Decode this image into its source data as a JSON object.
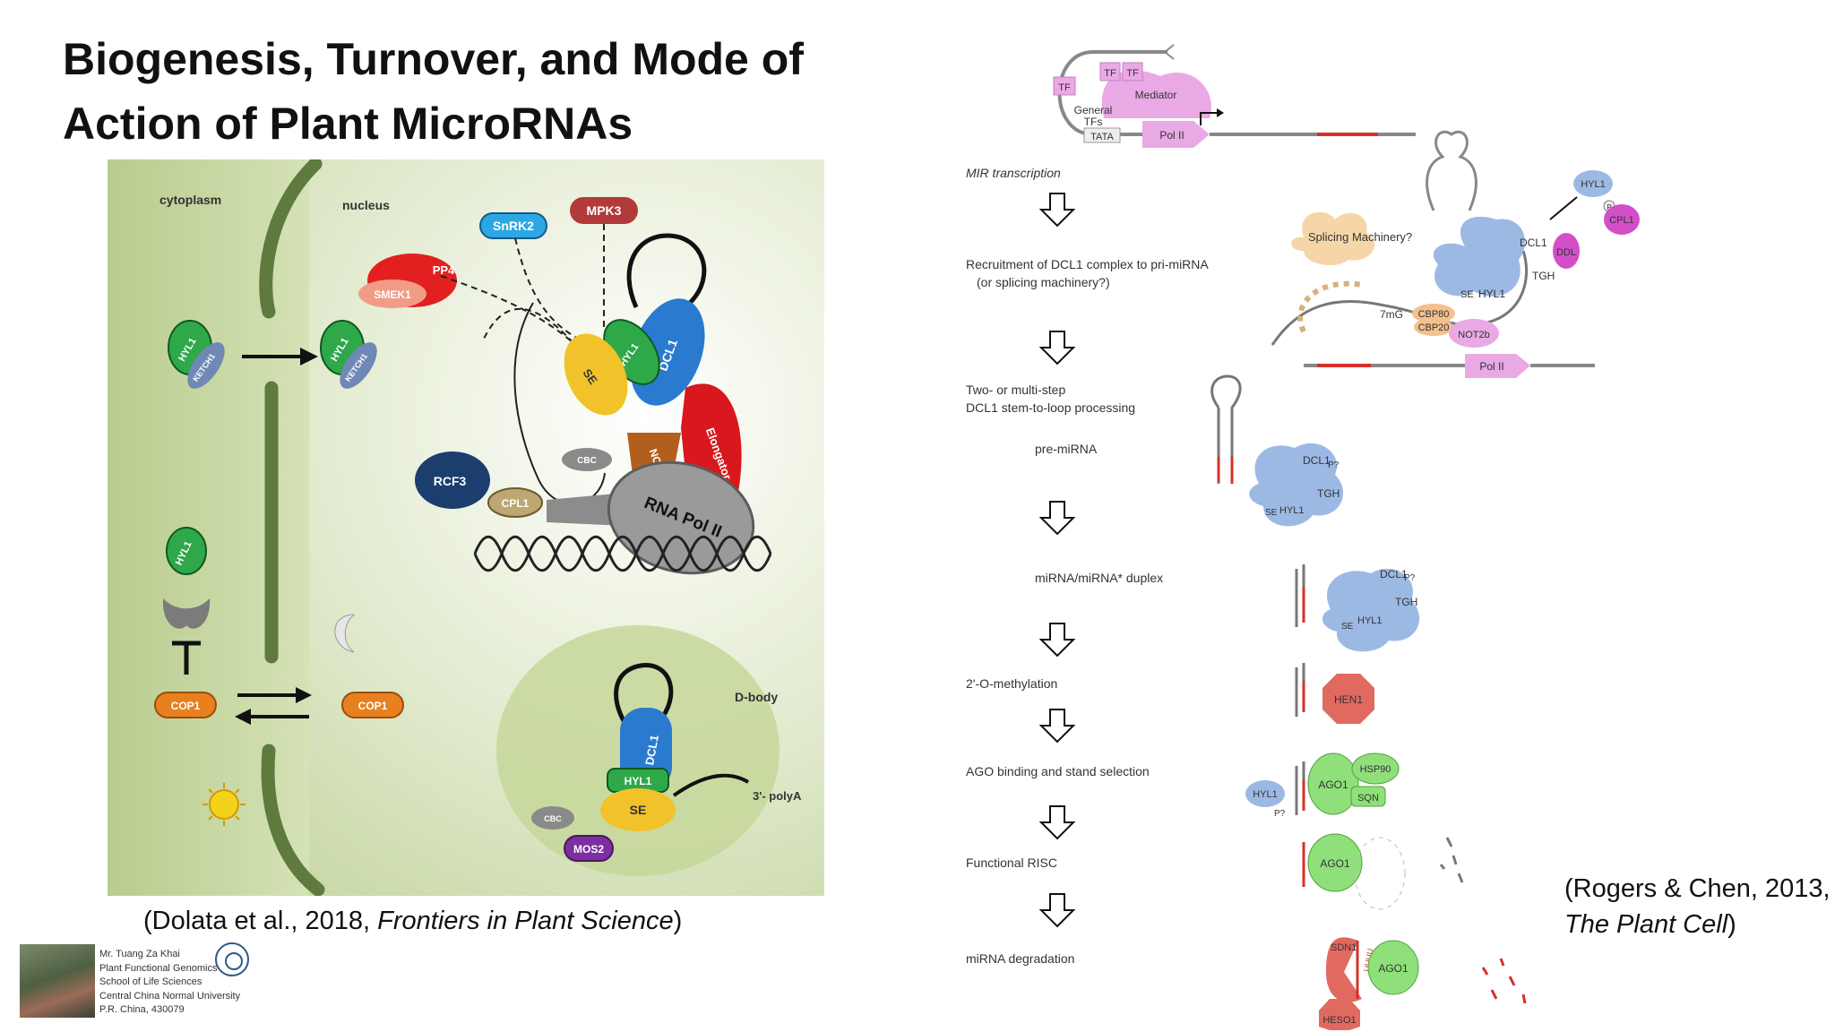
{
  "title": "Biogenesis, Turnover, and Mode of Action of Plant MicroRNAs",
  "left_figure": {
    "compartments": {
      "cytoplasm": "cytoplasm",
      "nucleus": "nucleus",
      "dbody": "D-body"
    },
    "proteins": {
      "snrk2": "SnRK2",
      "mpk3": "MPK3",
      "pp4": "PP4",
      "smek1": "SMEK1",
      "hyl1": "HYL1",
      "ketch1": "KETCH1",
      "dcl1": "DCL1",
      "se": "SE",
      "cbc": "CBC",
      "not2": "NOT2",
      "elongator": "Elongator",
      "rcf3": "RCF3",
      "cpl1": "CPL1",
      "rna_pol_ii": "RNA Pol II",
      "cop1": "COP1",
      "mos2": "MOS2"
    },
    "polya": "3'- polyA"
  },
  "caption_left": {
    "prefix": "(Dolata et al., 2018, ",
    "journal": "Frontiers in Plant Science",
    "suffix": ")"
  },
  "right_figure": {
    "promoter": {
      "tf": "TF",
      "mediator": "Mediator",
      "general": "General",
      "tfs": "TFs",
      "tata": "TATA",
      "pol2": "Pol II"
    },
    "steps": {
      "s1": "MIR transcription",
      "s2a": "Recruitment of DCL1 complex to pri-miRNA",
      "s2b": "(or splicing machinery?)",
      "s3a": "Two- or multi-step",
      "s3b": "DCL1 stem-to-loop processing",
      "s4": "pre-miRNA",
      "s5": "miRNA/miRNA* duplex",
      "s6": "2'-O-methylation",
      "s7": "AGO binding and stand selection",
      "s8": "Functional RISC",
      "s9": "miRNA degradation"
    },
    "proteins": {
      "splicing": "Splicing Machinery?",
      "dcl1": "DCL1",
      "hyl1": "HYL1",
      "cpl1": "CPL1",
      "ddl": "DDL",
      "tgh": "TGH",
      "se": "SE",
      "cbp80": "CBP80",
      "cbp20": "CBP20",
      "not2b": "NOT2b",
      "m7g": "7mG",
      "pol2": "Pol II",
      "hen1": "HEN1",
      "ago1": "AGO1",
      "hsp90": "HSP90",
      "sqn": "SQN",
      "sdn1": "SDN1",
      "heso1": "HESO1",
      "uuuu": "UUUU",
      "p": "P",
      "pq": "P?"
    }
  },
  "caption_right": {
    "prefix": "(Rogers & Chen, 2013, ",
    "journal": "The Plant Cell",
    "suffix": ")"
  },
  "credit": {
    "lines": [
      "Mr. Tuang Za Khai",
      "Plant Functional Genomics",
      "School of Life Sciences",
      "Central China Normal University",
      "P.R. China, 430079"
    ]
  },
  "colors": {
    "nucleus_green": "#c9dba4",
    "cytoplasm_green": "#4f6b33",
    "dcl1_blue": "#2a7ad0",
    "hyl1_green": "#2fa84a",
    "se_yellow": "#f2c22a",
    "mpk3_red": "#b23a3a",
    "pol_gray": "#9a9a9a",
    "cop1_orange": "#e8801f",
    "protein_blue": "#9cb9e4",
    "mediator_pink": "#e9a9e4",
    "hen1_red": "#e06a60",
    "ago_green": "#8fe07a",
    "transcript_red": "#d6302a"
  }
}
